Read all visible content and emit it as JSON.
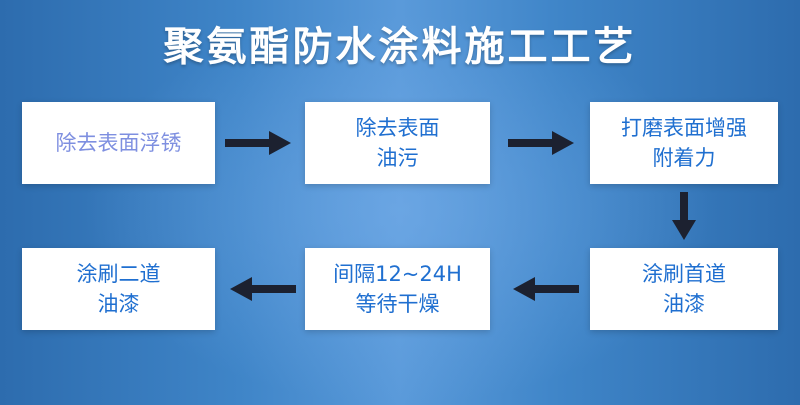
{
  "title": "聚氨酯防水涂料施工工艺",
  "steps": [
    {
      "label": "除去表面浮锈"
    },
    {
      "label": "除去表面\n油污"
    },
    {
      "label": "打磨表面增强\n附着力"
    },
    {
      "label": "涂刷首道\n油漆"
    },
    {
      "label": "间隔12~24H\n等待干燥"
    },
    {
      "label": "涂刷二道\n油漆"
    }
  ],
  "colors": {
    "accent": "#1f6fd0",
    "faded_text": "#7e8fe0",
    "arrow": "#1c2130",
    "box": "#ffffff"
  },
  "icons": [
    "arrow-right-icon",
    "arrow-down-icon",
    "arrow-left-icon"
  ]
}
